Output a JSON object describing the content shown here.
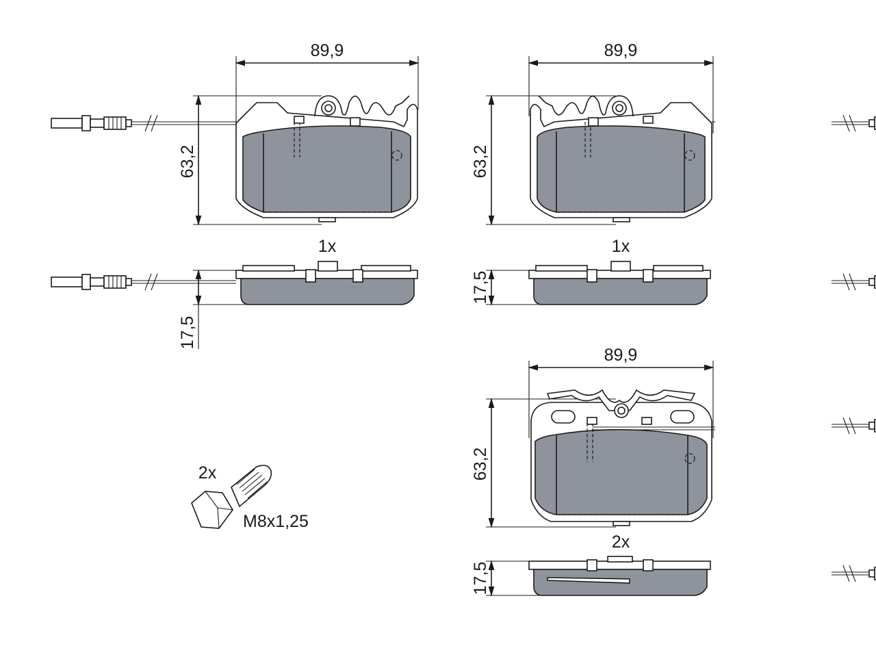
{
  "dimensions": {
    "width_top_left": "89,9",
    "width_top_right": "89,9",
    "width_bottom_right": "89,9",
    "height_top_left": "63,2",
    "height_top_right": "63,2",
    "height_bottom_right": "63,2",
    "thickness_left": "17,5",
    "thickness_right": "17,5",
    "thickness_bottom": "17,5"
  },
  "quantities": {
    "pad_left": "1x",
    "pad_right": "1x",
    "pad_bottom": "2x",
    "bolt": "2x"
  },
  "bolt": {
    "thread": "M8x1,25"
  },
  "colors": {
    "friction": "#8e939c",
    "line": "#1a1a1a"
  }
}
